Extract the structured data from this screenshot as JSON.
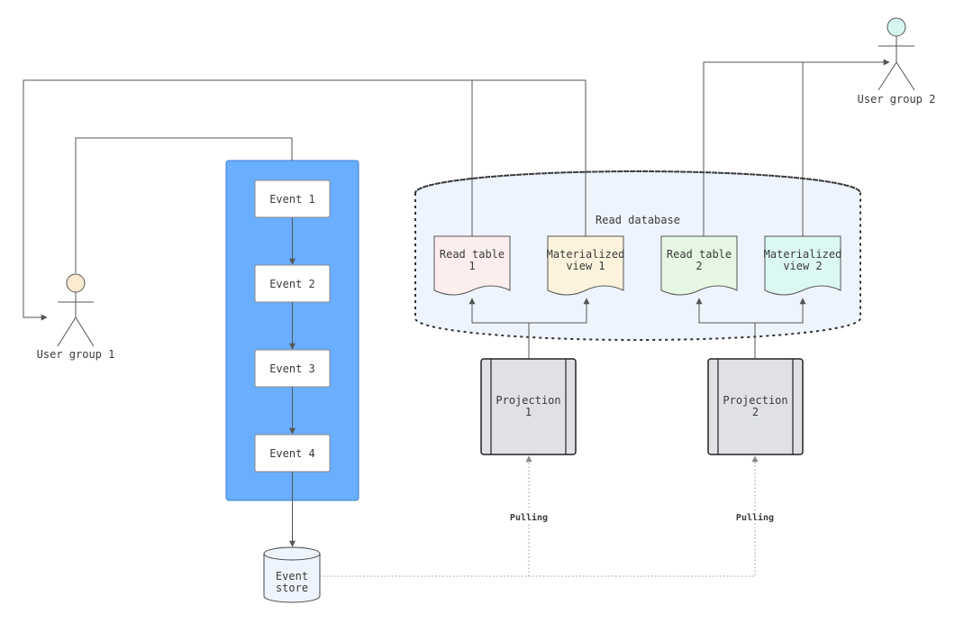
{
  "diagram": {
    "read_database": {
      "label": "Read database",
      "fill": "#eef4fd",
      "stroke": "#333333"
    },
    "event_stream": {
      "fill": "#6aaeff",
      "stroke": "#3f7fd6"
    },
    "events": [
      {
        "label": "Event 1"
      },
      {
        "label": "Event 2"
      },
      {
        "label": "Event 3"
      },
      {
        "label": "Event 4"
      }
    ],
    "event_store": {
      "line1": "Event",
      "line2": "store",
      "fill": "#eef4fd"
    },
    "actors": [
      {
        "label": "User group 1",
        "head_color": "#fdebd0"
      },
      {
        "label": "User group 2",
        "head_color": "#d6f6f1"
      }
    ],
    "documents": [
      {
        "line1": "Read table",
        "line2": "1",
        "fill": "#fdeeee"
      },
      {
        "line1": "Materialized",
        "line2": "view 1",
        "fill": "#fdf3dc"
      },
      {
        "line1": "Read table",
        "line2": "2",
        "fill": "#e6f8e3"
      },
      {
        "line1": "Materialized",
        "line2": "view 2",
        "fill": "#dcf8f3"
      }
    ],
    "projections": [
      {
        "line1": "Projection",
        "line2": "1",
        "fill": "#dfe1e5"
      },
      {
        "line1": "Projection",
        "line2": "2",
        "fill": "#dfe1e5"
      }
    ],
    "edge_labels": [
      {
        "label": "Pulling"
      },
      {
        "label": "Pulling"
      }
    ]
  }
}
